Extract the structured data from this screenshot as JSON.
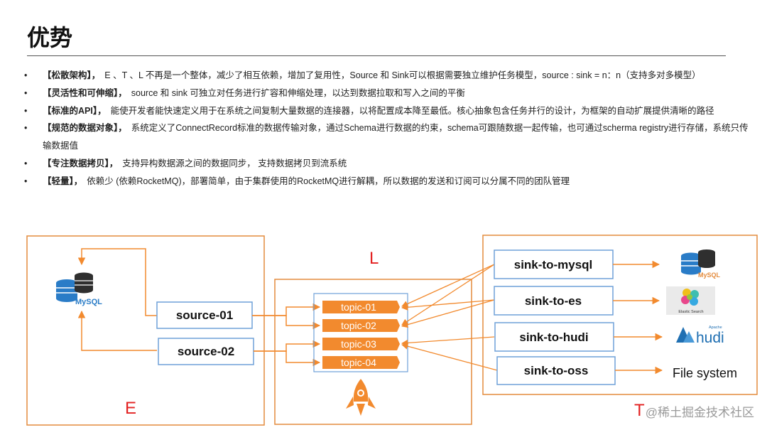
{
  "title": "优势",
  "bullets": [
    {
      "head": "【松散架构】，",
      "text": "E 、T 、L  不再是一个整体，减少了相互依赖，增加了复用性，Source 和 Sink可以根据需要独立维护任务模型，source : sink = n：n（支持多对多模型）"
    },
    {
      "head": "【灵活性和可伸缩】，",
      "text": "source 和 sink 可独立对任务进行扩容和伸缩处理，以达到数据拉取和写入之间的平衡"
    },
    {
      "head": "【标准的API】，",
      "text": "能使开发者能快速定义用于在系统之间复制大量数据的连接器，以将配置成本降至最低。核心抽象包含任务并行的设计，为框架的自动扩展提供清晰的路径"
    },
    {
      "head": "【规范的数据对象】，",
      "text": "系统定义了ConnectRecord标准的数据传输对象，通过Schema进行数据的约束，schema可跟随数据一起传输，也可通过scherma registry进行存储，系统只传输数据值"
    },
    {
      "head": "【专注数据拷贝】，",
      "text": "支持异构数据源之间的数据同步， 支持数据拷贝到流系统"
    },
    {
      "head": "【轻量】，",
      "text": "依赖少 (依赖RocketMQ)，部署简单，由于集群使用的RocketMQ进行解耦，所以数据的发送和订阅可以分属不同的团队管理"
    }
  ],
  "bullet_marker": "•",
  "diagram": {
    "sources": [
      "source-01",
      "source-02"
    ],
    "topics": [
      "topic-01",
      "topic-02",
      "topic-03",
      "topic-04"
    ],
    "sinks": [
      "sink-to-mysql",
      "sink-to-es",
      "sink-to-hudi",
      "sink-to-oss"
    ],
    "stage_letters": {
      "extract": "E",
      "transform": "T",
      "load": "L"
    },
    "file_system_label": "File system",
    "logo_texts": {
      "mysql": "MySQL",
      "elastic": "Elastic Search",
      "hudi_small": "Apache",
      "hudi": "hudi"
    },
    "accent_color": "#f28a2e",
    "box_border_color": "#e38b3d",
    "node_border_color": "#6fa1d8",
    "letter_color": "#e32222"
  },
  "watermark": "@稀土掘金技术社区"
}
